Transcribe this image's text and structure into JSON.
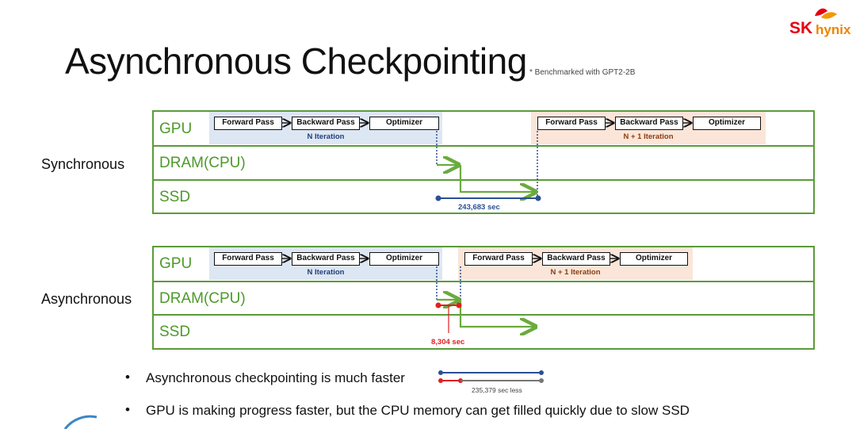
{
  "slide": {
    "title": "Asynchronous Checkpointing",
    "note": "* Benchmarked with GPT2-2B",
    "logo": {
      "sk": "SK",
      "hynix": "hynix"
    }
  },
  "lanes": {
    "gpu": "GPU",
    "dram": "DRAM(CPU)",
    "ssd": "SSD"
  },
  "steps": {
    "forward": "Forward Pass",
    "backward": "Backward Pass",
    "optimizer": "Optimizer"
  },
  "iterations": {
    "n": "N  Iteration",
    "n1": "N + 1  Iteration"
  },
  "sync": {
    "label": "Synchronous",
    "duration": "243,683 sec"
  },
  "async": {
    "label": "Asynchronous",
    "duration": "8,304 sec"
  },
  "bullets": [
    "Asynchronous checkpointing is much faster",
    "GPU is making progress faster, but the CPU memory can get filled quickly due to slow SSD"
  ],
  "difference": "235,379 sec less",
  "colors": {
    "panel_border": "#5b9b3a",
    "lane_text": "#4e9a2a",
    "n_band": "#dde6f3",
    "n1_band": "#fbe5d8",
    "arrow_green": "#6aab3e",
    "blue_line": "#2a4f96",
    "red_line": "#e02020"
  }
}
